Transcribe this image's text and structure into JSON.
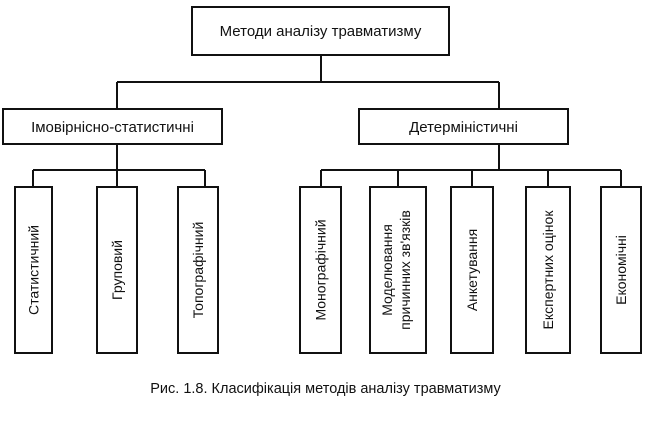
{
  "diagram": {
    "root": "Методи аналізу травматизму",
    "categories": [
      {
        "label": "Імовірнісно-статистичні",
        "children": [
          {
            "lines": [
              "Статистичний"
            ]
          },
          {
            "lines": [
              "Груповий"
            ]
          },
          {
            "lines": [
              "Топографічний"
            ]
          }
        ]
      },
      {
        "label": "Детерміністичні",
        "children": [
          {
            "lines": [
              "Монографічний"
            ]
          },
          {
            "lines": [
              "Моделювання",
              "причинних зв'язків"
            ]
          },
          {
            "lines": [
              "Анкетування"
            ]
          },
          {
            "lines": [
              "Експертних оцінок"
            ]
          },
          {
            "lines": [
              "Економічні"
            ]
          }
        ]
      }
    ]
  },
  "caption": "Рис. 1.8. Класифікація методів аналізу травматизму"
}
